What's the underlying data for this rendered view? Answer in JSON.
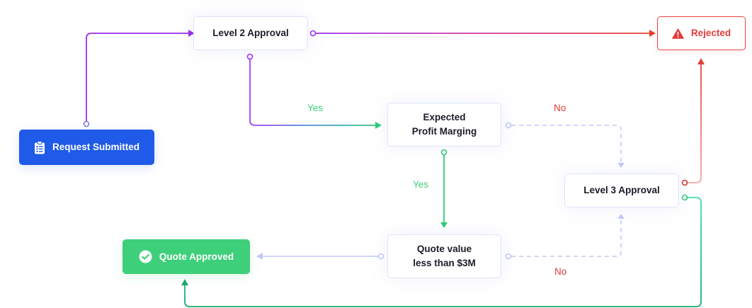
{
  "diagram": {
    "colors": {
      "primary_blue": "#1f5ae8",
      "purple": "#9b2ff0",
      "green": "#3ecf7a",
      "dark_green": "#16a36a",
      "red": "#e74545",
      "dashed_lavender": "#c3c8fa"
    },
    "nodes": {
      "request_submitted": {
        "label": "Request Submitted",
        "icon": "clipboard-list-icon"
      },
      "level2": {
        "label": "Level 2 Approval"
      },
      "rejected": {
        "label": "Rejected",
        "icon": "warning-triangle-icon"
      },
      "profit": {
        "label": "Expected\nProfit Marging"
      },
      "level3": {
        "label": "Level 3 Approval"
      },
      "quote_value": {
        "label": "Quote value\nless than $3M"
      },
      "quote_approved": {
        "label": "Quote Approved",
        "icon": "check-circle-icon"
      }
    },
    "edge_labels": {
      "level2_to_profit": "Yes",
      "profit_to_level3": "No",
      "profit_to_quote": "Yes",
      "quote_to_level3": "No"
    },
    "edges": [
      {
        "from": "Request Submitted",
        "to": "Level 2 Approval"
      },
      {
        "from": "Level 2 Approval",
        "to": "Rejected"
      },
      {
        "from": "Level 2 Approval",
        "to": "Expected Profit Marging",
        "label": "Yes"
      },
      {
        "from": "Expected Profit Marging",
        "to": "Level 3 Approval",
        "label": "No",
        "style": "dashed"
      },
      {
        "from": "Expected Profit Marging",
        "to": "Quote value less than $3M",
        "label": "Yes"
      },
      {
        "from": "Quote value less than $3M",
        "to": "Quote Approved"
      },
      {
        "from": "Quote value less than $3M",
        "to": "Level 3 Approval",
        "label": "No",
        "style": "dashed"
      },
      {
        "from": "Level 3 Approval",
        "to": "Rejected"
      },
      {
        "from": "Level 3 Approval",
        "to": "Quote Approved"
      }
    ]
  }
}
